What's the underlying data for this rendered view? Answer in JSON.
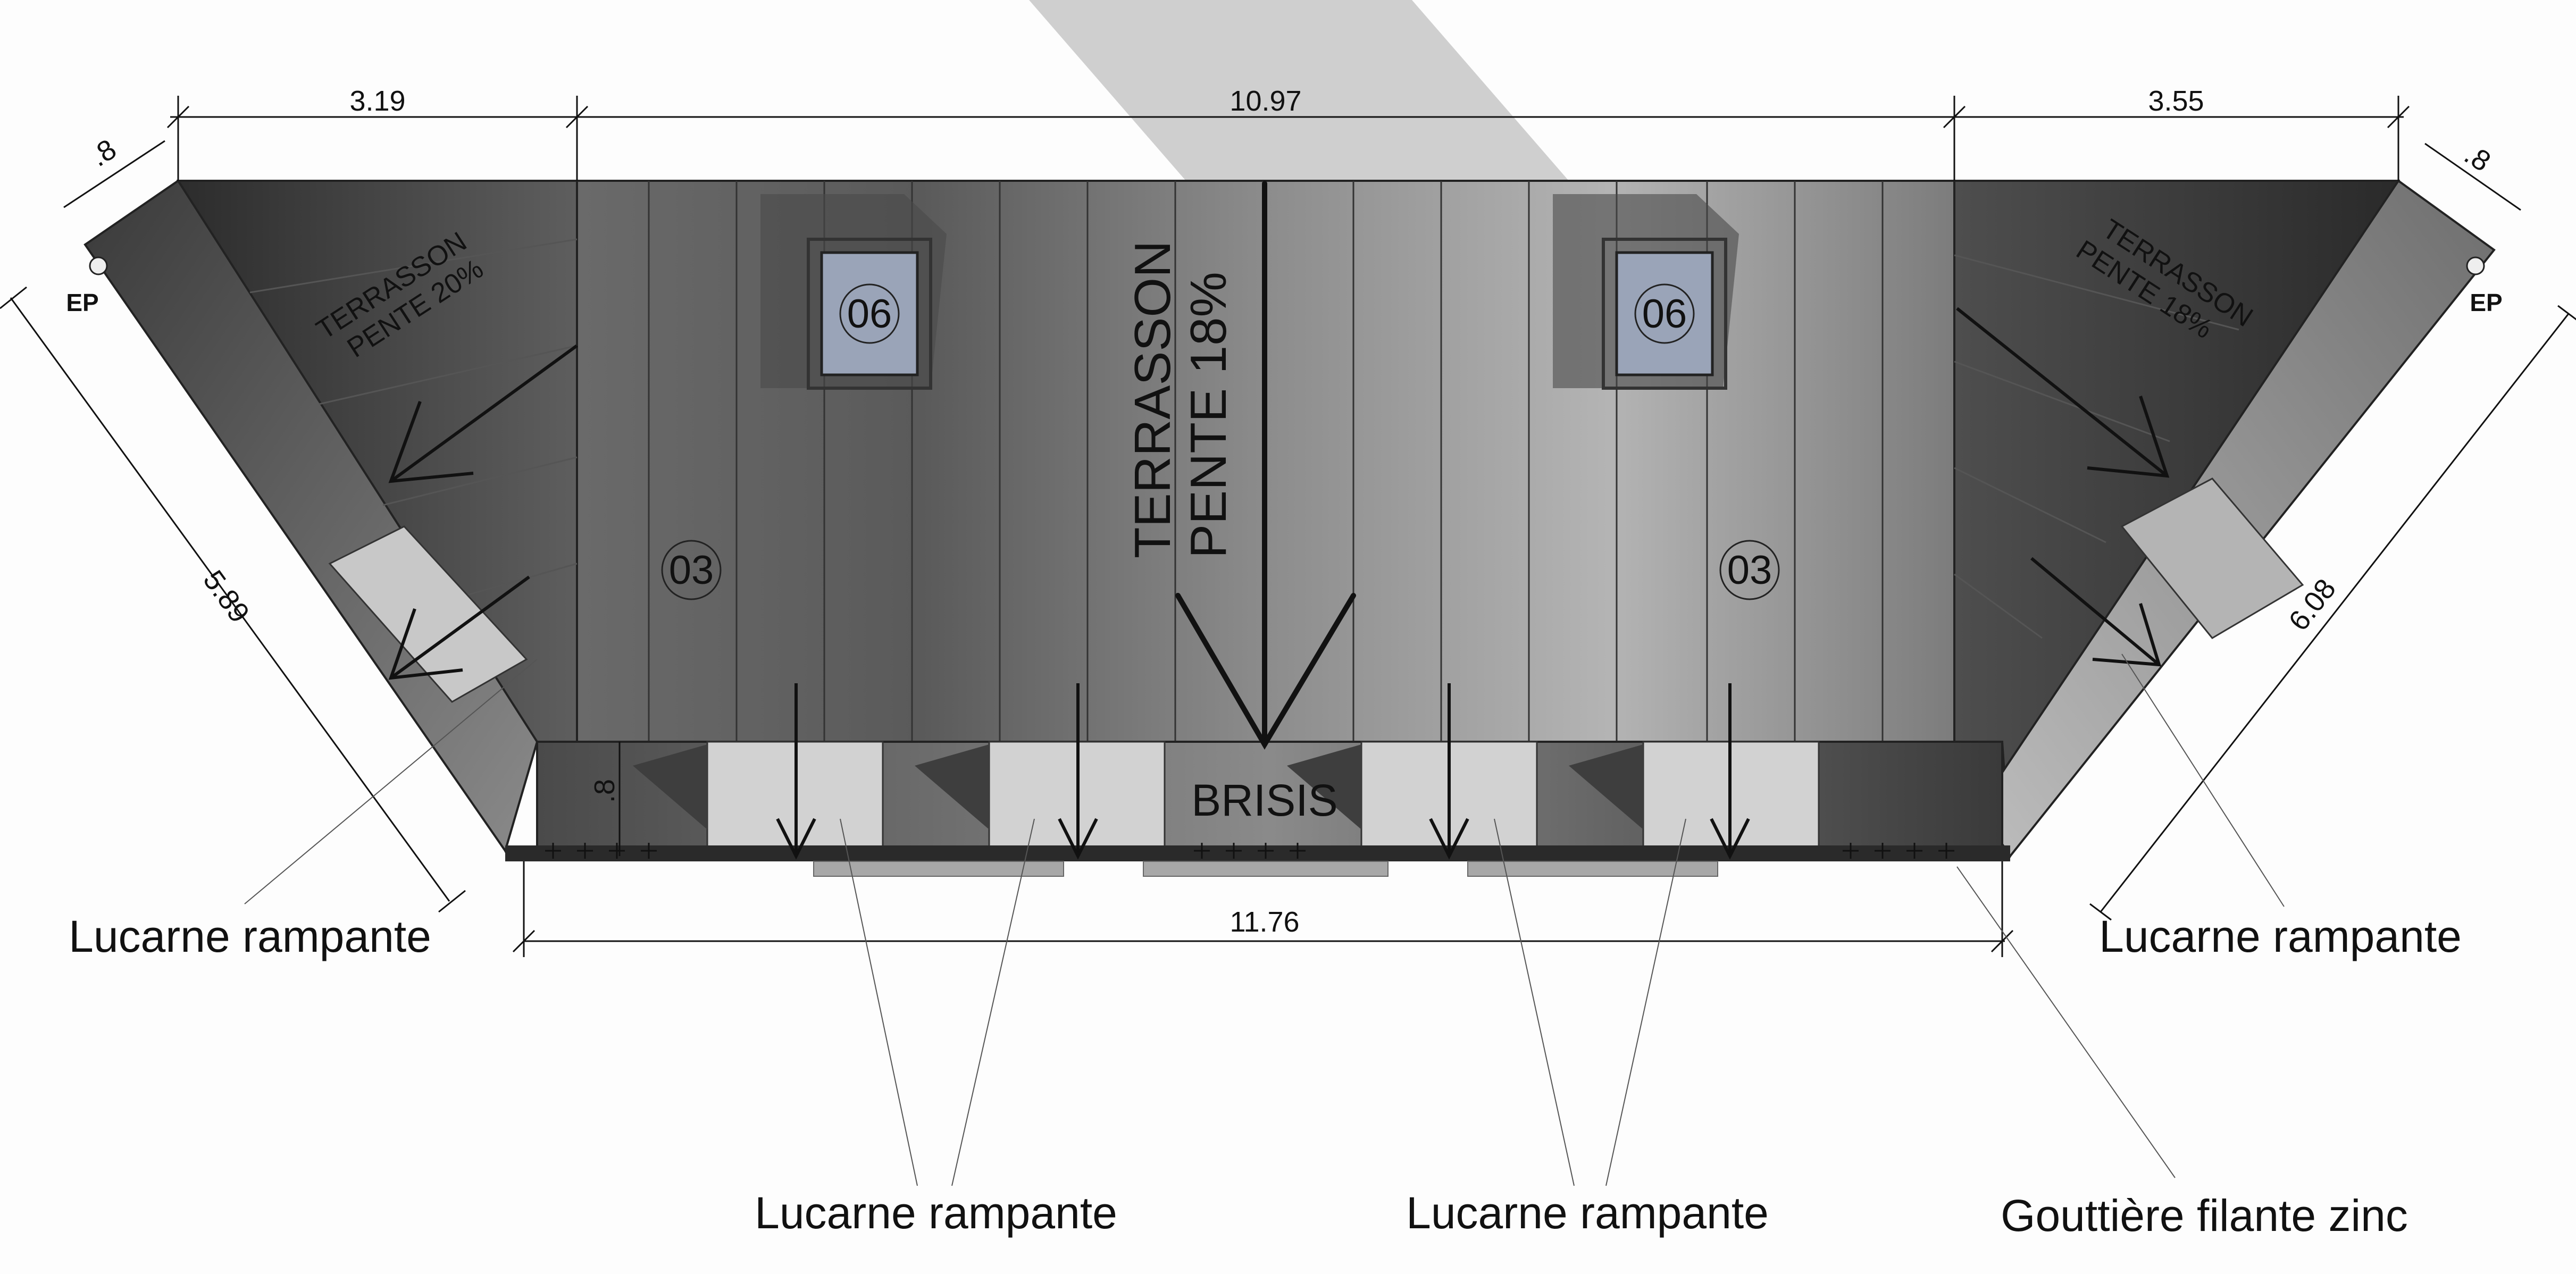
{
  "dimensions": {
    "top_left": "3.19",
    "top_center": "10.97",
    "top_right": "3.55",
    "corner_left": ".8",
    "corner_right": ".8",
    "left_slope": "5.89",
    "right_slope": "6.08",
    "bottom": "11.76",
    "brisis_height": ".8"
  },
  "roof": {
    "center_slope": {
      "line1": "TERRASSON",
      "line2": "PENTE 18%"
    },
    "left_slope": {
      "line1": "TERRASSON",
      "line2": "PENTE 20%"
    },
    "right_slope": {
      "line1": "TERRASSON",
      "line2": "PENTE 18%"
    },
    "brisis_label": "BRISIS",
    "window_tag": "06",
    "zone_tag": "03",
    "downpipe_label": "EP"
  },
  "callouts": {
    "lucarne_rampante": "Lucarne rampante",
    "gouttiere": "Gouttière filante zinc"
  },
  "colors": {
    "roof_dark": "#3a3a3a",
    "roof_mid": "#8a8a8a",
    "roof_light": "#c8c8c8",
    "window_glass": "#9aa4b8",
    "shadow_band": "#cfcfcf"
  }
}
